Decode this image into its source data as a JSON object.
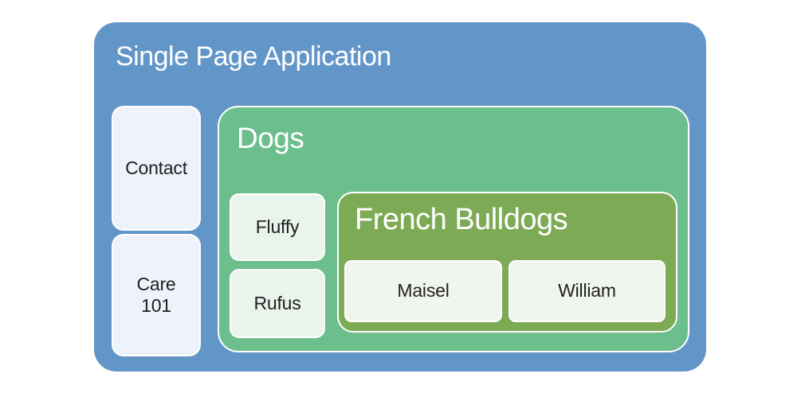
{
  "diagram": {
    "app": {
      "title": "Single Page Application"
    },
    "pages": [
      {
        "label": "Contact"
      },
      {
        "label": "Care 101"
      }
    ],
    "dogs": {
      "title": "Dogs",
      "dogs": [
        {
          "label": "Fluffy"
        },
        {
          "label": "Rufus"
        }
      ],
      "french_bulldogs": {
        "title": "French Bulldogs",
        "dogs": [
          {
            "label": "Maisel"
          },
          {
            "label": "William"
          }
        ]
      }
    }
  },
  "colors": {
    "app_bg": "#6396C8",
    "dogs_bg": "#6CBE8D",
    "french_bulldogs_bg": "#7CAA55",
    "page_card_bg": "#EEF2FB",
    "dog_card_bg": "#E9F4EC",
    "puppy_card_bg": "#F0F5EE",
    "title_text": "#FFFFFF",
    "card_text": "#212121",
    "card_border": "#FFFFFF",
    "page_bg": "#FFFFFF"
  }
}
